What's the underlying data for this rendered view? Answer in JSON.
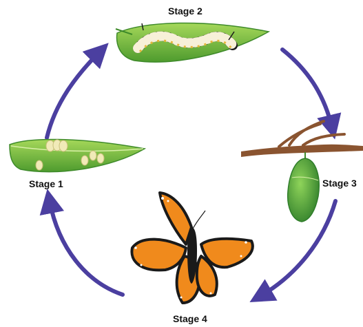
{
  "stages": {
    "stage_1": "Stage 1",
    "stage_2": "Stage 2",
    "stage_3": "Stage 3",
    "stage_4": "Stage 4"
  },
  "colors": {
    "arrow": "#4b3fa0",
    "leaf": "#7cc242",
    "leaf_dark": "#3e8a2a",
    "branch": "#8a5430",
    "chrysalis": "#4fa63a",
    "wing_orange": "#f08a1c",
    "wing_black": "#1a1a1a",
    "egg": "#f1eab8"
  },
  "icons": [
    "egg-cluster",
    "caterpillar",
    "chrysalis",
    "butterfly",
    "cycle-arrow"
  ]
}
